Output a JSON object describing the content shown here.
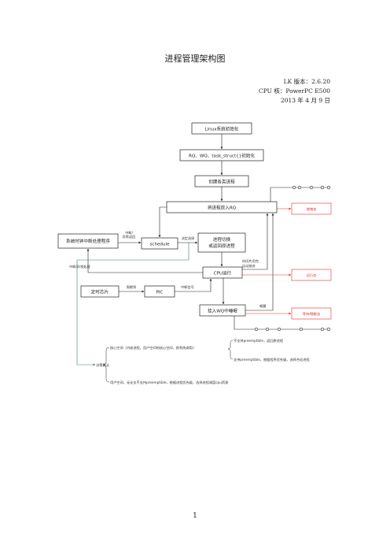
{
  "page": {
    "title": "进程管理架构图",
    "lk_version": "LK 版本：2.6.20",
    "cpu_core": "CPU 核：PowerPC E500",
    "date": "2013 年 4 月 9 日",
    "page_number": "1"
  },
  "diagram": {
    "boxes": {
      "linux_init": "Linux系统初始化",
      "rq_init": "RQ、WQ、task_struct{}初始化",
      "create_procs": "创建各类进程",
      "put_rq": "将进程放入RQ",
      "clock_isr": "系统时钟中断处理程序",
      "schedule": "schedule",
      "switch": "进程切换\n或返回原进程",
      "cpu_run": "CPU运行",
      "timer_chip": "定时芯片",
      "pic": "PIC",
      "put_wq": "挂入WQ中睡眠"
    },
    "edge_labels": {
      "interrupt_exception_return": "中断/\n异常返回",
      "decide_select": "决定选择",
      "interrupt_exception_handle": "中断/异常处理",
      "timeslice_or_cond": "时间片用完\n自动放弃",
      "period": "周期到",
      "interrupt_signal": "中断信号",
      "wakeup": "唤醒"
    },
    "states": {
      "ready": "就绪态",
      "running": "运行态",
      "sleeping": "等待/睡眠态"
    },
    "decision": {
      "root": "决策算法",
      "kernel_space": "核心空间（内核进程，用户空间的核心空间，即系统调用）：",
      "no_preempt": "不支持preemptible，返回原进程",
      "preempt": "支持preemptible，根据程序优先级，选择合适进程",
      "user_space": "用户空间，无论支不支持preemptible，根据进程优先级，选择进程调度cpu资源"
    }
  }
}
